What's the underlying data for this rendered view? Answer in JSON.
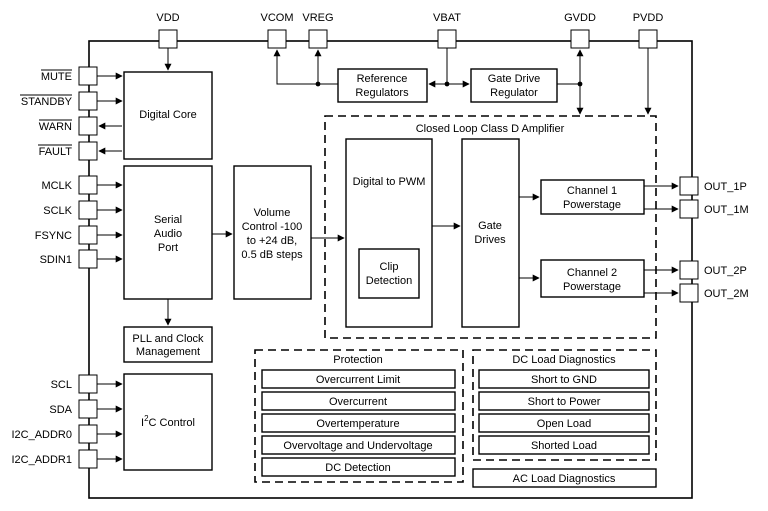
{
  "top_pins": {
    "vdd": "VDD",
    "vcom": "VCOM",
    "vreg": "VREG",
    "vbat": "VBAT",
    "gvdd": "GVDD",
    "pvdd": "PVDD"
  },
  "left_pins": {
    "mute": "MUTE",
    "standby": "STANDBY",
    "warn": "WARN",
    "fault": "FAULT",
    "mclk": "MCLK",
    "sclk": "SCLK",
    "fsync": "FSYNC",
    "sdin1": "SDIN1",
    "scl": "SCL",
    "sda": "SDA",
    "i2c_addr0": "I2C_ADDR0",
    "i2c_addr1": "I2C_ADDR1"
  },
  "right_pins": {
    "out_1p": "OUT_1P",
    "out_1m": "OUT_1M",
    "out_2p": "OUT_2P",
    "out_2m": "OUT_2M"
  },
  "blocks": {
    "digital_core": "Digital Core",
    "serial_audio_port": [
      "Serial",
      "Audio",
      "Port"
    ],
    "volume_control": [
      "Volume",
      "Control -100",
      "to +24 dB,",
      "0.5 dB steps"
    ],
    "pll": [
      "PLL and Clock",
      "Management"
    ],
    "i2c_control": {
      "prefix": "I",
      "superscript": "2",
      "suffix": "C Control"
    },
    "reference_regulators": [
      "Reference",
      "Regulators"
    ],
    "gate_drive_regulator": [
      "Gate Drive",
      "Regulator"
    ],
    "closed_loop_amp": "Closed Loop Class D Amplifier",
    "digital_to_pwm": "Digital to PWM",
    "clip_detection": [
      "Clip",
      "Detection"
    ],
    "gate_drives": [
      "Gate",
      "Drives"
    ],
    "channel1": [
      "Channel 1",
      "Powerstage"
    ],
    "channel2": [
      "Channel 2",
      "Powerstage"
    ]
  },
  "protection": {
    "title": "Protection",
    "items": [
      "Overcurrent Limit",
      "Overcurrent",
      "Overtemperature",
      "Overvoltage and Undervoltage",
      "DC Detection"
    ]
  },
  "dc_load": {
    "title": "DC Load Diagnostics",
    "items": [
      "Short to GND",
      "Short to Power",
      "Open Load",
      "Shorted Load"
    ]
  },
  "ac_load": "AC Load Diagnostics"
}
